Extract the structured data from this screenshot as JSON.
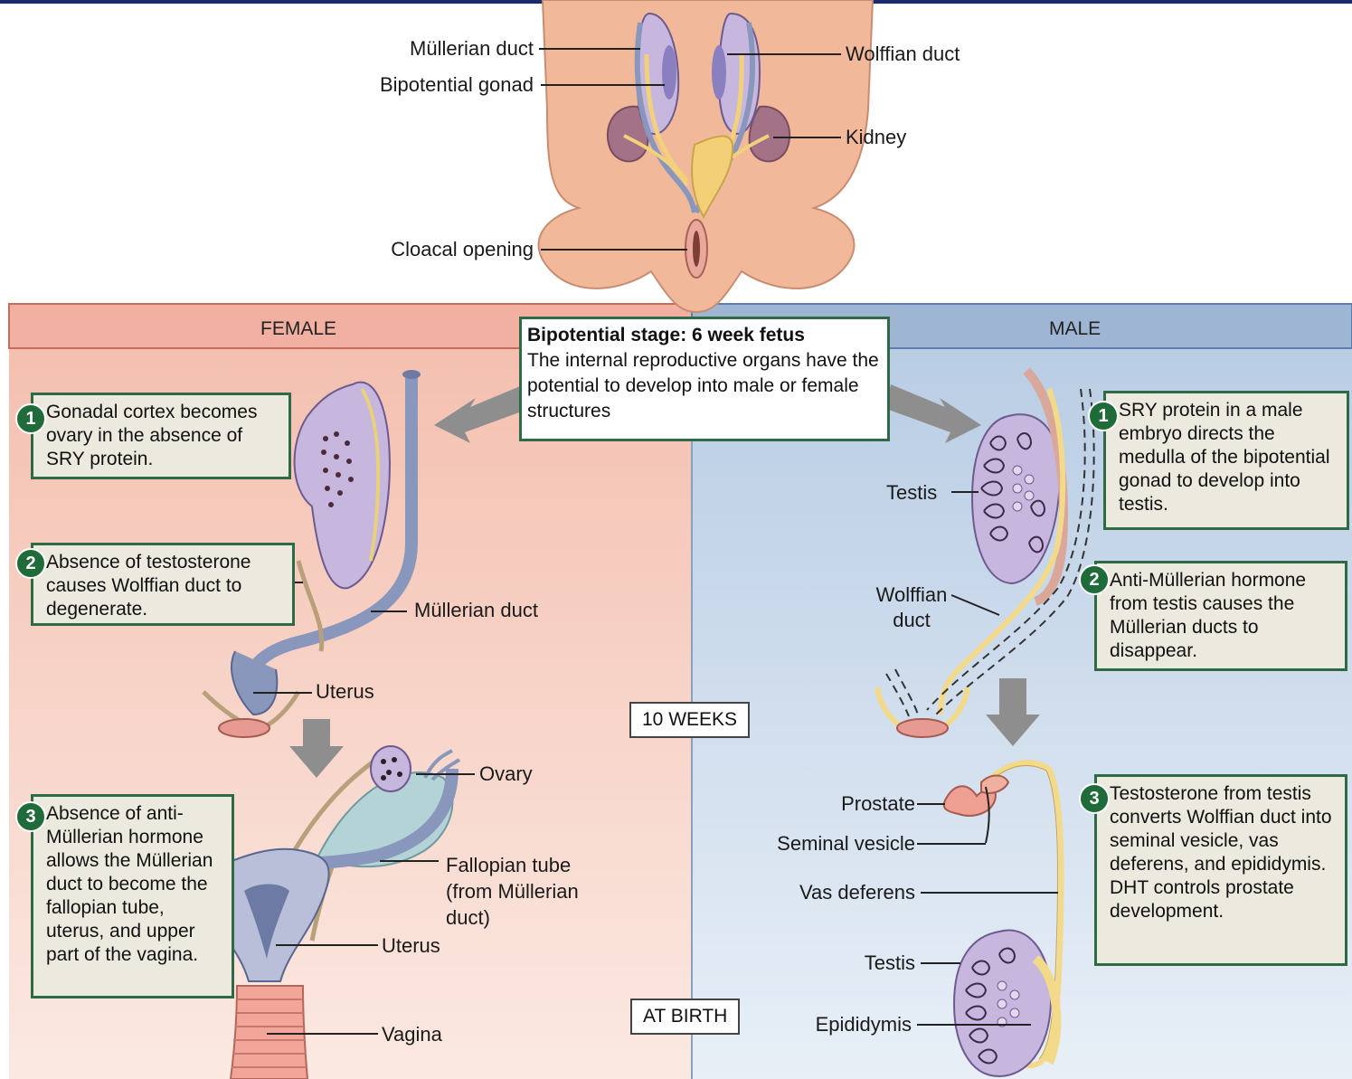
{
  "top": {
    "labels": {
      "mullerian_duct": "Müllerian duct",
      "bipotential_gonad": "Bipotential gonad",
      "wolffian_duct": "Wolffian duct",
      "kidney": "Kidney",
      "cloacal_opening": "Cloacal opening"
    }
  },
  "center": {
    "stage_title": "Bipotential stage: 6 week fetus",
    "stage_text": "The internal reproductive organs have the potential to develop into male or female structures",
    "ten_weeks": "10 WEEKS",
    "at_birth": "AT BIRTH"
  },
  "female": {
    "header": "FEMALE",
    "step1": {
      "num": "1",
      "text": "Gonadal cortex becomes ovary in the absence of SRY protein."
    },
    "step2": {
      "num": "2",
      "text": "Absence of testosterone causes Wolffian duct to degenerate."
    },
    "step3": {
      "num": "3",
      "text": "Absence of anti-Müllerian hormone allows the Müllerian duct to become the fallopian tube, uterus, and upper part of the vagina."
    },
    "labels": {
      "mullerian_duct": "Müllerian duct",
      "uterus_10wk": "Uterus",
      "ovary": "Ovary",
      "fallopian_tube": "Fallopian tube (from Müllerian duct)",
      "uterus_birth": "Uterus",
      "vagina": "Vagina"
    }
  },
  "male": {
    "header": "MALE",
    "step1": {
      "num": "1",
      "text": "SRY protein in a male embryo directs the medulla of the bipotential gonad to develop into testis."
    },
    "step2": {
      "num": "2",
      "text": "Anti-Müllerian hormone from testis causes the Müllerian ducts to disappear."
    },
    "step3": {
      "num": "3",
      "text": "Testosterone from testis converts Wolffian duct into seminal vesicle, vas deferens, and epididymis. DHT controls prostate development."
    },
    "labels": {
      "testis_10wk": "Testis",
      "wolffian_duct": "Wolffian duct",
      "prostate": "Prostate",
      "seminal_vesicle": "Seminal vesicle",
      "vas_deferens": "Vas deferens",
      "testis_birth": "Testis",
      "epididymis": "Epididymis"
    }
  },
  "colors": {
    "female_bg": "#f6d3c6",
    "female_header": "#f0a89a",
    "male_bg": "#c9d8ea",
    "male_header": "#8fa9cc",
    "box_border": "#2e6b44",
    "step_circle": "#1f6b3a",
    "skin": "#f1b99a",
    "mullerian": "#8a97bd",
    "wolffian": "#f3d98a"
  }
}
